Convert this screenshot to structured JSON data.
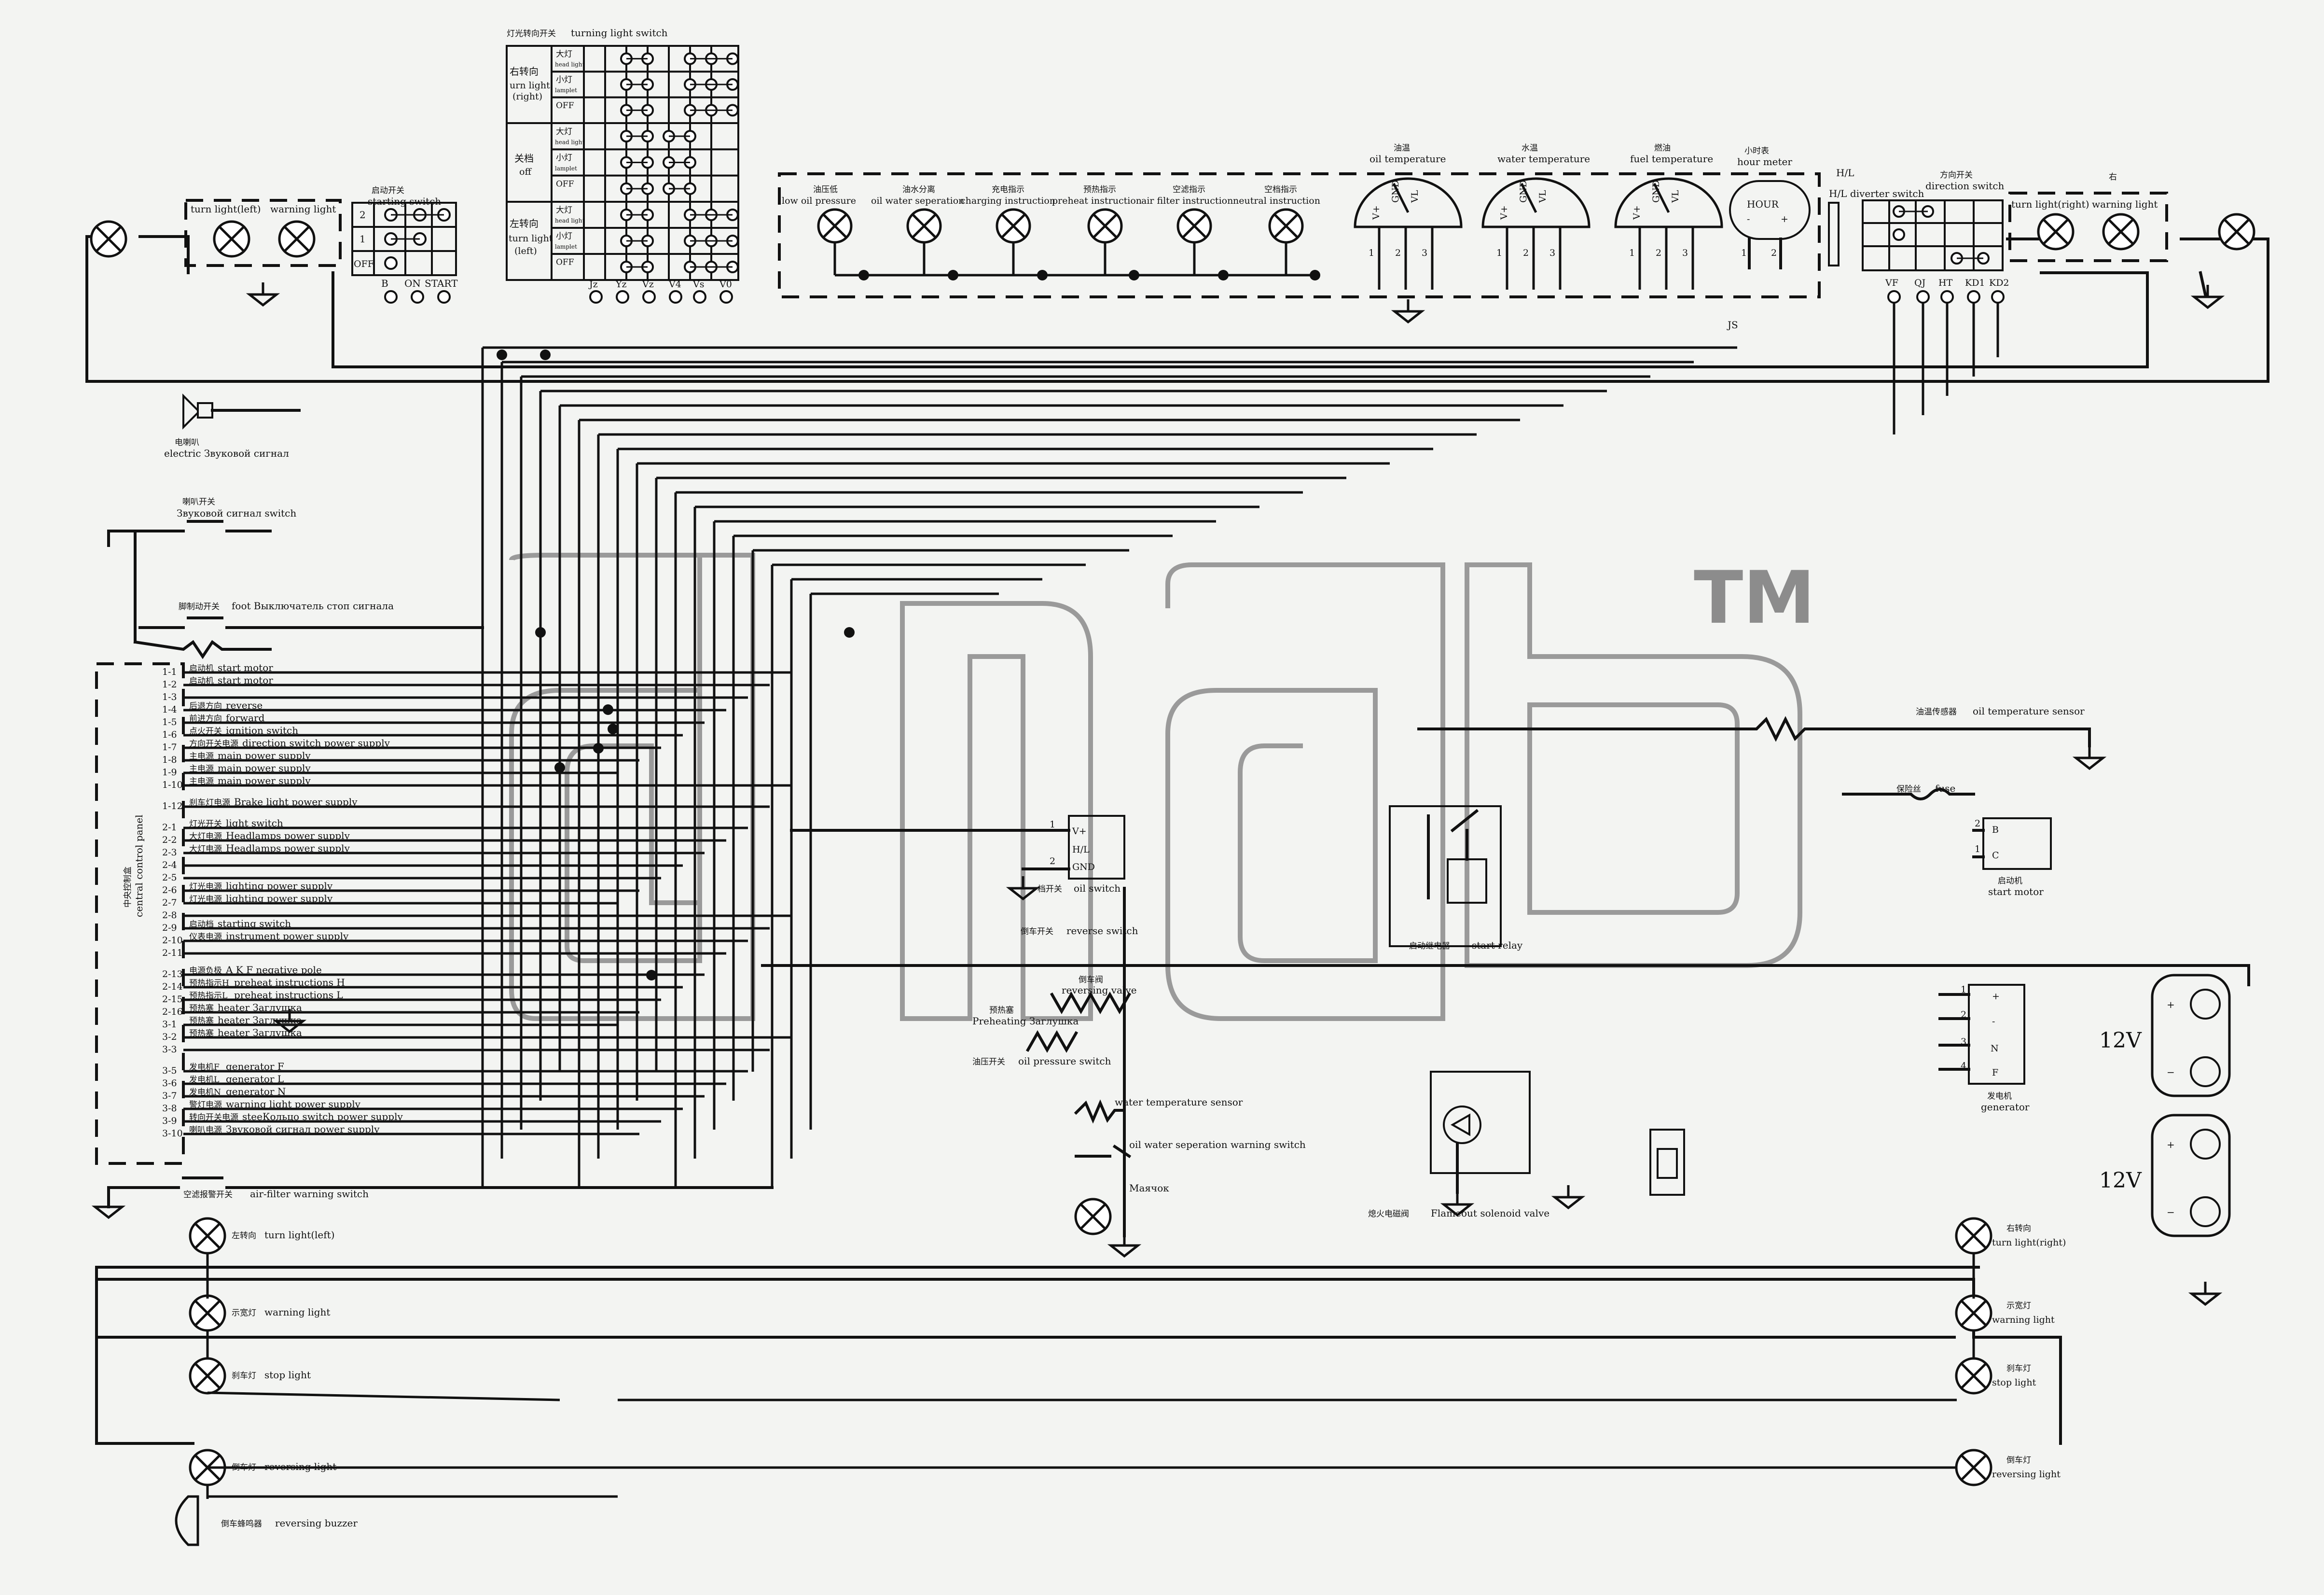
{
  "watermark": {
    "text": "dind",
    "mark": "TM"
  },
  "top": {
    "turning_switch": {
      "zh": "灯光转向开关",
      "en": "turning light switch",
      "rows": [
        {
          "zh": "右转向",
          "en": "urn light\n(right)",
          "states": [
            "大灯 head light",
            "小灯 lamplet",
            "OFF"
          ]
        },
        {
          "zh": "关档",
          "en": "off",
          "states": [
            "大灯 head light",
            "小灯 lamplet",
            "OFF"
          ]
        },
        {
          "zh": "左转向",
          "en": "turn light\n(left)",
          "states": [
            "大灯 head light",
            "小灯 lamplet",
            "OFF"
          ]
        }
      ],
      "terminals": [
        "Jz",
        "Yz",
        "Vz",
        "V4",
        "Vs",
        "V0"
      ]
    },
    "starting_switch": {
      "zh": "启动开关",
      "en": "starting switch",
      "rows": [
        "2",
        "1",
        "OFF"
      ],
      "terminals": [
        "B",
        "ON",
        "START"
      ]
    },
    "left_lights": {
      "a": "turn light(left)",
      "b": "warning light"
    },
    "right_lights": {
      "zh": "右",
      "a": "turn light(right)",
      "b": "warning light"
    },
    "panel_indicators": [
      {
        "zh": "油压低",
        "en": "low oil pressure"
      },
      {
        "zh": "油水分离",
        "en": "oil water seperation"
      },
      {
        "zh": "充电指示",
        "en": "charging instruction"
      },
      {
        "zh": "预热指示",
        "en": "preheat instruction"
      },
      {
        "zh": "空滤指示",
        "en": "air filter instruction"
      },
      {
        "zh": "空档指示",
        "en": "neutral instruction"
      }
    ],
    "gauges": [
      {
        "zh": "油温",
        "en": "oil temperature"
      },
      {
        "zh": "水温",
        "en": "water temperature"
      },
      {
        "zh": "燃油",
        "en": "fuel temperature"
      }
    ],
    "gauge_pins": [
      "V+",
      "GND",
      "VL"
    ],
    "gauge_nums": [
      "1",
      "2",
      "3"
    ],
    "hour_meter": {
      "zh": "小时表",
      "en": "hour meter",
      "face": "HOUR"
    },
    "hl_diverter": {
      "label": "H/L",
      "en": "H/L diverter switch"
    },
    "direction_switch": {
      "zh": "方向开关",
      "en": "direction switch",
      "terminals": [
        "VF",
        "QJ",
        "HT",
        "KD1",
        "KD2"
      ]
    },
    "js": "JS"
  },
  "left": {
    "horn": {
      "zh": "电喇叭",
      "en": "electric Звуковой сигнал"
    },
    "horn_switch": {
      "zh": "喇叭开关",
      "en": "Звуковой сигнал switch"
    },
    "foot_switch": {
      "zh": "脚制动开关",
      "en": "foot Выключатель стоп сигнала"
    },
    "panel": {
      "zh": "中央控制盒",
      "en": "central control panel"
    },
    "pins": [
      {
        "pin": "1-1",
        "zh": "启动机",
        "en": "start motor"
      },
      {
        "pin": "1-2",
        "zh": "启动机",
        "en": "start motor"
      },
      {
        "pin": "1-3",
        "zh": "",
        "en": ""
      },
      {
        "pin": "1-4",
        "zh": "后退方向",
        "en": "reverse"
      },
      {
        "pin": "1-5",
        "zh": "前进方向",
        "en": "forward"
      },
      {
        "pin": "1-6",
        "zh": "点火开关",
        "en": "ignition switch"
      },
      {
        "pin": "1-7",
        "zh": "方向开关电源",
        "en": "direction switch power supply"
      },
      {
        "pin": "1-8",
        "zh": "主电源",
        "en": "main power supply"
      },
      {
        "pin": "1-9",
        "zh": "主电源",
        "en": "main power supply"
      },
      {
        "pin": "1-10",
        "zh": "主电源",
        "en": "main power supply"
      },
      {
        "pin": "1-12",
        "zh": "刹车灯电源",
        "en": "Brake light power supply"
      },
      {
        "pin": "2-1",
        "zh": "灯光开关",
        "en": "light switch"
      },
      {
        "pin": "2-2",
        "zh": "大灯电源",
        "en": "Headlamps power supply"
      },
      {
        "pin": "2-3",
        "zh": "大灯电源",
        "en": "Headlamps power supply"
      },
      {
        "pin": "2-4",
        "zh": "",
        "en": ""
      },
      {
        "pin": "2-5",
        "zh": "",
        "en": ""
      },
      {
        "pin": "2-6",
        "zh": "灯光电源",
        "en": "lighting power supply"
      },
      {
        "pin": "2-7",
        "zh": "灯光电源",
        "en": "lighting power supply"
      },
      {
        "pin": "2-8",
        "zh": "",
        "en": ""
      },
      {
        "pin": "2-9",
        "zh": "启动档",
        "en": "starting switch"
      },
      {
        "pin": "2-10",
        "zh": "仪表电源",
        "en": "instrument power supply"
      },
      {
        "pin": "2-11",
        "zh": "",
        "en": ""
      },
      {
        "pin": "2-13",
        "zh": "电源负极",
        "en": "A K F negative pole"
      },
      {
        "pin": "2-14",
        "zh": "预热指示H",
        "en": "preheat instructions H"
      },
      {
        "pin": "2-15",
        "zh": "预热指示L",
        "en": "preheat instructions L"
      },
      {
        "pin": "2-16",
        "zh": "预热塞",
        "en": "heater Заглушка"
      },
      {
        "pin": "3-1",
        "zh": "预热塞",
        "en": "heater Заглушка"
      },
      {
        "pin": "3-2",
        "zh": "预热塞",
        "en": "heater Заглушка"
      },
      {
        "pin": "3-3",
        "zh": "",
        "en": ""
      },
      {
        "pin": "3-5",
        "zh": "发电机F",
        "en": "generator F"
      },
      {
        "pin": "3-6",
        "zh": "发电机L",
        "en": "generator L"
      },
      {
        "pin": "3-7",
        "zh": "发电机N",
        "en": "generator N"
      },
      {
        "pin": "3-8",
        "zh": "警灯电源",
        "en": "warning light power supply"
      },
      {
        "pin": "3-9",
        "zh": "转向开关电源",
        "en": "steeКольцо switch power supply"
      },
      {
        "pin": "3-10",
        "zh": "喇叭电源",
        "en": "Звуковой сигнал power supply"
      }
    ],
    "air_filter": {
      "zh": "空滤报警开关",
      "en": "air-filter warning switch"
    }
  },
  "middle": {
    "oil_unit_pins": [
      "V+",
      "H/L",
      "GND"
    ],
    "oil_unit_nums": [
      "1",
      "2"
    ],
    "oil_switch": {
      "zh": "档开关",
      "en": "oil switch"
    },
    "reverse_switch": {
      "zh": "倒车开关",
      "en": "reverse switch"
    },
    "reversing_valve": {
      "zh": "倒车阀",
      "en": "reversing valve"
    },
    "preheating": {
      "zh": "预热塞",
      "en": "Preheating Заглушка"
    },
    "oil_pressure_switch": {
      "zh": "油压开关",
      "en": "oil pressure switch"
    },
    "water_temp_sensor": "water temperature sensor",
    "oil_water_switch": "oil water seperation warning switch",
    "lamp": "Маячок"
  },
  "right": {
    "oil_temp_sensor": {
      "zh": "油温传感器",
      "en": "oil temperature sensor"
    },
    "fuse": {
      "zh": "保险丝",
      "en": "fuse"
    },
    "start_motor": {
      "zh": "启动机",
      "en": "start motor",
      "pins": [
        "B",
        "C"
      ],
      "nums": [
        "2",
        "1"
      ]
    },
    "start_relay": {
      "zh": "启动继电器",
      "en": "start relay"
    },
    "generator": {
      "zh": "发电机",
      "en": "generator",
      "pins": [
        "+",
        "-",
        "N",
        "F"
      ],
      "nums": [
        "1",
        "2",
        "3",
        "4"
      ]
    },
    "flameout": {
      "zh": "熄火电磁阀",
      "en": "Flameout solenoid valve"
    },
    "battery_label": "12V",
    "battery_signs": [
      "+",
      "−"
    ]
  },
  "bottom": {
    "left": [
      {
        "zh": "左转向",
        "en": "turn light(left)"
      },
      {
        "zh": "示宽灯",
        "en": "warning light"
      },
      {
        "zh": "刹车灯",
        "en": "stop light"
      },
      {
        "zh": "倒车灯",
        "en": "reversing light"
      },
      {
        "zh": "倒车蜂鸣器",
        "en": "reversing buzzer"
      }
    ],
    "right": [
      {
        "zh": "右转向",
        "en": "turn light(right)"
      },
      {
        "zh": "示宽灯",
        "en": "warning light"
      },
      {
        "zh": "刹车灯",
        "en": "stop light"
      },
      {
        "zh": "倒车灯",
        "en": "reversing light"
      }
    ]
  }
}
